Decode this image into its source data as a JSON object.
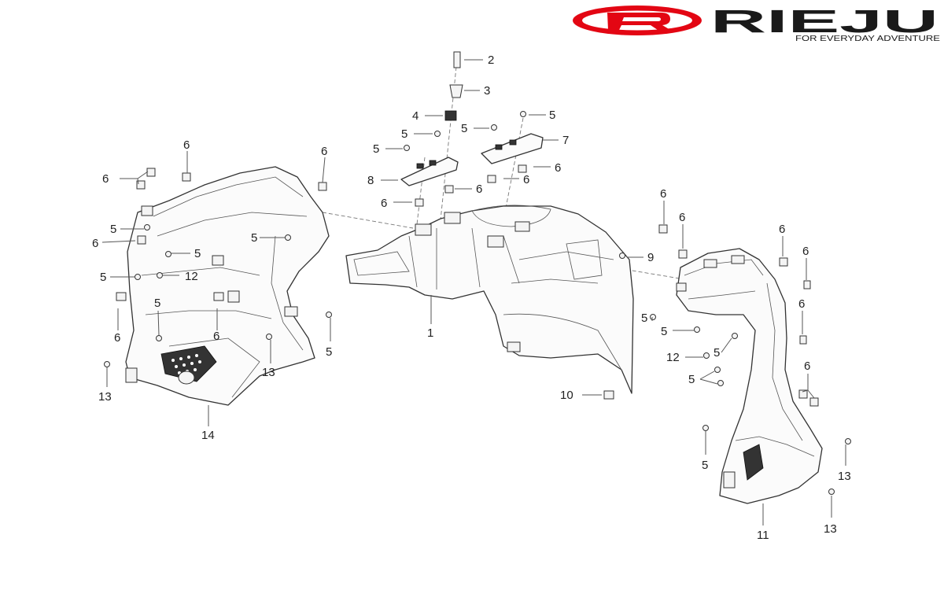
{
  "brand": {
    "name": "RIEJU",
    "tagline": "FOR EVERYDAY ADVENTURE",
    "logo_color": "#e30613",
    "text_color": "#1a1a1a"
  },
  "callouts": [
    {
      "id": "c2",
      "label": "2"
    },
    {
      "id": "c3",
      "label": "3"
    },
    {
      "id": "c4",
      "label": "4"
    },
    {
      "id": "c5a",
      "label": "5"
    },
    {
      "id": "c5b",
      "label": "5"
    },
    {
      "id": "c5c",
      "label": "5"
    },
    {
      "id": "c5d",
      "label": "5"
    },
    {
      "id": "c7",
      "label": "7"
    },
    {
      "id": "c6a",
      "label": "6"
    },
    {
      "id": "c6b",
      "label": "6"
    },
    {
      "id": "c6c",
      "label": "6"
    },
    {
      "id": "c6d",
      "label": "6"
    },
    {
      "id": "c8",
      "label": "8"
    },
    {
      "id": "c1",
      "label": "1"
    },
    {
      "id": "c9",
      "label": "9"
    },
    {
      "id": "c10",
      "label": "10"
    },
    {
      "id": "l6a",
      "label": "6"
    },
    {
      "id": "l6b",
      "label": "6"
    },
    {
      "id": "l6c",
      "label": "6"
    },
    {
      "id": "l6d",
      "label": "6"
    },
    {
      "id": "l6e",
      "label": "6"
    },
    {
      "id": "l6f",
      "label": "6"
    },
    {
      "id": "l5a",
      "label": "5"
    },
    {
      "id": "l5b",
      "label": "5"
    },
    {
      "id": "l5c",
      "label": "5"
    },
    {
      "id": "l5d",
      "label": "5"
    },
    {
      "id": "l5e",
      "label": "5"
    },
    {
      "id": "l5f",
      "label": "5"
    },
    {
      "id": "l12",
      "label": "12"
    },
    {
      "id": "l13a",
      "label": "13"
    },
    {
      "id": "l13b",
      "label": "13"
    },
    {
      "id": "l14",
      "label": "14"
    },
    {
      "id": "r6a",
      "label": "6"
    },
    {
      "id": "r6b",
      "label": "6"
    },
    {
      "id": "r6c",
      "label": "6"
    },
    {
      "id": "r6d",
      "label": "6"
    },
    {
      "id": "r6e",
      "label": "6"
    },
    {
      "id": "r6f",
      "label": "6"
    },
    {
      "id": "r5a",
      "label": "5"
    },
    {
      "id": "r5b",
      "label": "5"
    },
    {
      "id": "r5c",
      "label": "5"
    },
    {
      "id": "r5d",
      "label": "5"
    },
    {
      "id": "r5e",
      "label": "5"
    },
    {
      "id": "r12",
      "label": "12"
    },
    {
      "id": "r13a",
      "label": "13"
    },
    {
      "id": "r13b",
      "label": "13"
    },
    {
      "id": "r11",
      "label": "11"
    }
  ]
}
